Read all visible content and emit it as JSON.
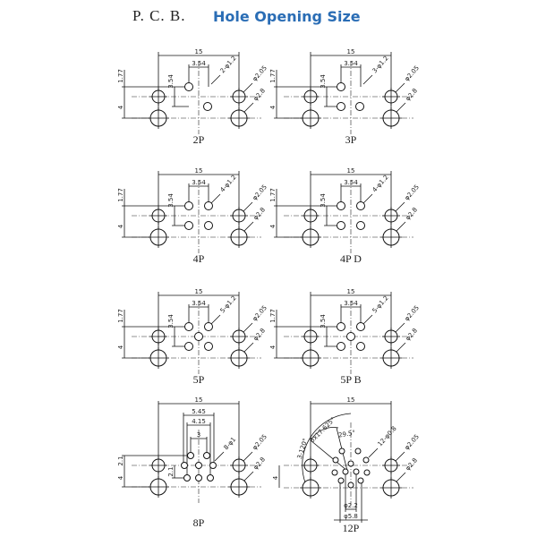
{
  "header": {
    "pcb_label": "P. C. B.",
    "title": "Hole Opening Size"
  },
  "colors": {
    "title": "#2a6db5",
    "lines": "#111111"
  },
  "panels": [
    {
      "name": "2P",
      "width": "15",
      "pitch": "3.54",
      "vpitch": "3.54",
      "offset": "1.77",
      "row": "4",
      "pins": "2-φ1.2",
      "small_hole": "φ2.05",
      "large_hole": "φ2.8"
    },
    {
      "name": "3P",
      "width": "15",
      "pitch": "3.54",
      "vpitch": "3.54",
      "offset": "1.77",
      "row": "4",
      "pins": "3-φ1.2",
      "small_hole": "φ2.05",
      "large_hole": "φ2.8"
    },
    {
      "name": "4P",
      "width": "15",
      "pitch": "3.54",
      "vpitch": "3.54",
      "offset": "1.77",
      "row": "4",
      "pins": "4-φ1.2",
      "small_hole": "φ2.05",
      "large_hole": "φ2.8"
    },
    {
      "name": "4P  D",
      "width": "15",
      "pitch": "3.54",
      "vpitch": "3.54",
      "offset": "1.77",
      "row": "4",
      "pins": "4-φ1.2",
      "small_hole": "φ2.05",
      "large_hole": "φ2.8"
    },
    {
      "name": "5P",
      "width": "15",
      "pitch": "3.54",
      "vpitch": "3.54",
      "offset": "1.77",
      "row": "4",
      "pins": "5-φ1.2",
      "small_hole": "φ2.05",
      "large_hole": "φ2.8"
    },
    {
      "name": "5P  B",
      "width": "15",
      "pitch": "3.54",
      "vpitch": "3.54",
      "offset": "1.77",
      "row": "4",
      "pins": "5-φ1.2",
      "small_hole": "φ2.05",
      "large_hole": "φ2.8"
    },
    {
      "name": "8P",
      "width": "15",
      "pitch_outer": "5.45",
      "pitch_mid": "4.15",
      "pitch_inner": "3",
      "offset": "2.1",
      "vpitch": "2.1",
      "row": "4",
      "pins": "8-φ1",
      "small_hole": "φ2.05",
      "large_hole": "φ2.8"
    },
    {
      "name": "12P",
      "width": "15",
      "angle_outer": "3-120°",
      "angle_step": "6x17.625°",
      "angle_inner": "29.5°",
      "pins": "12-φ0.8",
      "row": "4",
      "small_hole": "φ2.05",
      "large_hole": "φ2.8",
      "inner_dia": "φ2.2",
      "outer_dia": "φ5.8"
    }
  ]
}
